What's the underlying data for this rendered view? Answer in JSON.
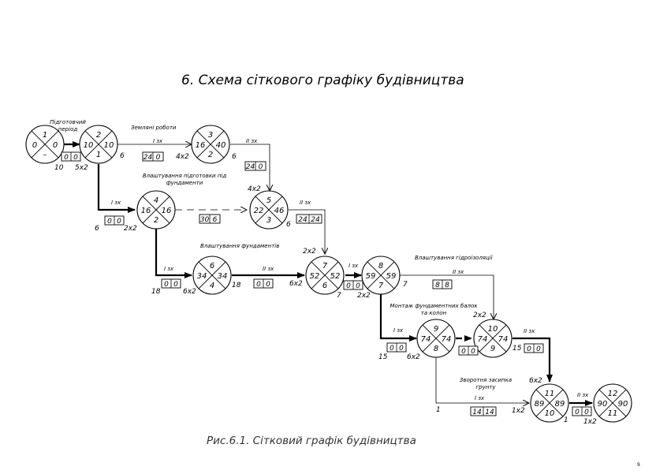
{
  "title": "6. Схема сіткового графіку будівництва",
  "caption": "Рис.6.1. Сітковий графік будівництва",
  "page_number": "9",
  "nodes": [
    {
      "id": "1",
      "top": "1",
      "left": "0",
      "right": "0",
      "bottom": "–"
    },
    {
      "id": "2",
      "top": "2",
      "left": "10",
      "right": "10",
      "bottom": "1"
    },
    {
      "id": "3",
      "top": "3",
      "left": "16",
      "right": "40",
      "bottom": "2"
    },
    {
      "id": "4",
      "top": "4",
      "left": "16",
      "right": "16",
      "bottom": "2"
    },
    {
      "id": "5",
      "top": "5",
      "left": "22",
      "right": "46",
      "bottom": "3"
    },
    {
      "id": "6",
      "top": "6",
      "left": "34",
      "right": "34",
      "bottom": "4"
    },
    {
      "id": "7",
      "top": "7",
      "left": "52",
      "right": "52",
      "bottom": "6"
    },
    {
      "id": "8",
      "top": "8",
      "left": "59",
      "right": "59",
      "bottom": "7"
    },
    {
      "id": "9",
      "top": "9",
      "left": "74",
      "right": "74",
      "bottom": "8"
    },
    {
      "id": "10",
      "top": "10",
      "left": "74",
      "right": "74",
      "bottom": "9"
    },
    {
      "id": "11",
      "top": "11",
      "left": "89",
      "right": "89",
      "bottom": "10"
    },
    {
      "id": "12",
      "top": "12",
      "left": "90",
      "right": "90",
      "bottom": "11"
    }
  ],
  "activities": {
    "prep": "Підготовчий\nперіод",
    "earthworks": "Земляні роботи",
    "found_prep": "Влаштування підготовки під\nфундаменти",
    "foundations": "Влаштування фундаментів",
    "waterproof": "Влаштування гідроізоляції",
    "columns": "Монтаж фундаментних балок\nта колон",
    "backfill": "Зворотня засипка\nґрунту"
  },
  "shifts": {
    "s23": "I зх",
    "s35": "II зх",
    "s24": "I зх",
    "s57": "II зх",
    "s46": "I зх",
    "s67": "II зх",
    "s78": "I зх",
    "s810": "II зх",
    "s89": "I зх",
    "s1011": "II зх",
    "s811": "I зх",
    "s1112": "II зх"
  },
  "boxes": {
    "b12": "0|0",
    "b23": "24|0",
    "b35": "24|0",
    "b24": "0|0",
    "b45": "30|6",
    "b57": "24|24",
    "b46": "0|0",
    "b67": "0|0",
    "b78": "0|0",
    "b810": "8|8",
    "b89": "0|0",
    "b910": "0|0",
    "b1011": "0|0",
    "b811": "14|14",
    "b1112": "0|0"
  },
  "crews": {
    "c1": "10",
    "c2": "5x2",
    "c2r": "6",
    "c3": "4x2",
    "c3r": "6",
    "c4l": "6",
    "c4": "2x2",
    "c5t": "4x2",
    "c5r": "6",
    "c6l": "18",
    "c6": "6x2",
    "c6r": "18",
    "c7t": "2x2",
    "c7l": "6x2",
    "c7r": "7",
    "c8r": "7",
    "c8": "2x2",
    "c9l": "15",
    "c9": "6x2",
    "c10t": "2x2",
    "c10l": "15",
    "c11t": "6x2",
    "c11b": "1",
    "c11l": "1x2",
    "c8b": "1",
    "c12": "1x2"
  }
}
